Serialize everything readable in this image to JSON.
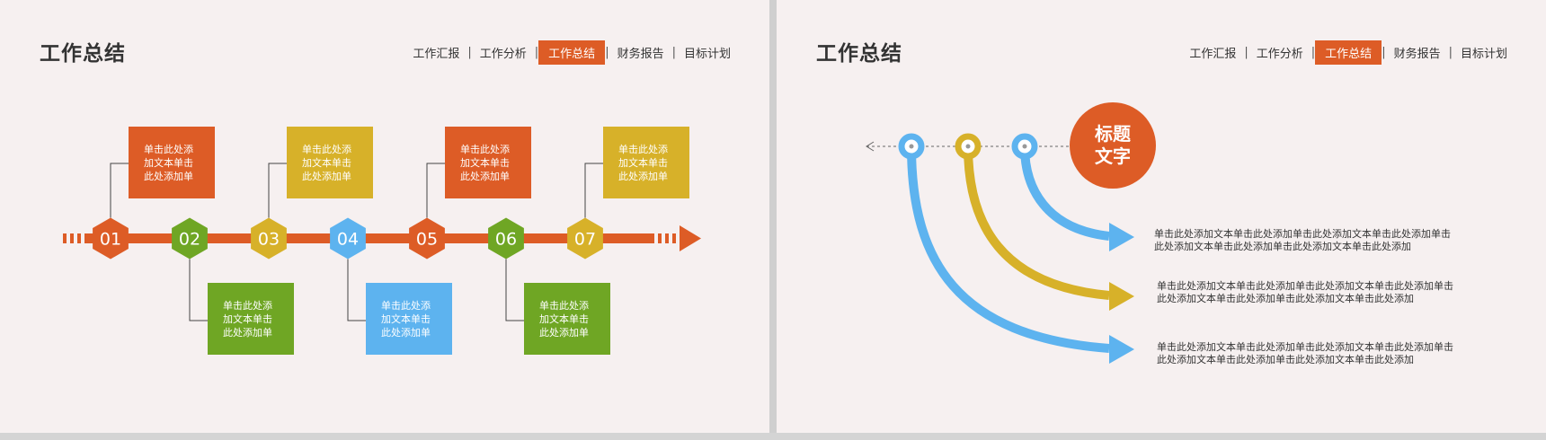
{
  "slide_title": "工作总结",
  "nav": [
    "工作汇报",
    "工作分析",
    "工作总结",
    "财务报告",
    "目标计划"
  ],
  "nav_separator": "|",
  "nav_active_index": 2,
  "colors": {
    "orange": "#dd5c26",
    "green": "#6fa624",
    "yellow": "#d7b129",
    "blue": "#5db3ef",
    "background": "#f6f0f0"
  },
  "timeline": {
    "steps": [
      {
        "number": "01",
        "color": "orange",
        "text": "单击此处添加文本单击此处添加单"
      },
      {
        "number": "02",
        "color": "green",
        "text": "单击此处添加文本单击此处添加单"
      },
      {
        "number": "03",
        "color": "yellow",
        "text": "单击此处添加文本单击此处添加单"
      },
      {
        "number": "04",
        "color": "blue",
        "text": "单击此处添加文本单击此处添加单"
      },
      {
        "number": "05",
        "color": "orange",
        "text": "单击此处添加文本单击此处添加单"
      },
      {
        "number": "06",
        "color": "green",
        "text": "单击此处添加文本单击此处添加单"
      },
      {
        "number": "07",
        "color": "yellow",
        "text": "单击此处添加文本单击此处添加单"
      }
    ]
  },
  "arrows_slide": {
    "circle_title": "标题文字",
    "items": [
      {
        "color": "blue",
        "text": "单击此处添加文本单击此处添加单击此处添加文本单击此处添加单击此处添加文本单击此处添加单击此处添加文本单击此处添加"
      },
      {
        "color": "yellow",
        "text": "单击此处添加文本单击此处添加单击此处添加文本单击此处添加单击此处添加文本单击此处添加单击此处添加文本单击此处添加"
      },
      {
        "color": "blue",
        "text": "单击此处添加文本单击此处添加单击此处添加文本单击此处添加单击此处添加文本单击此处添加单击此处添加文本单击此处添加"
      }
    ]
  }
}
